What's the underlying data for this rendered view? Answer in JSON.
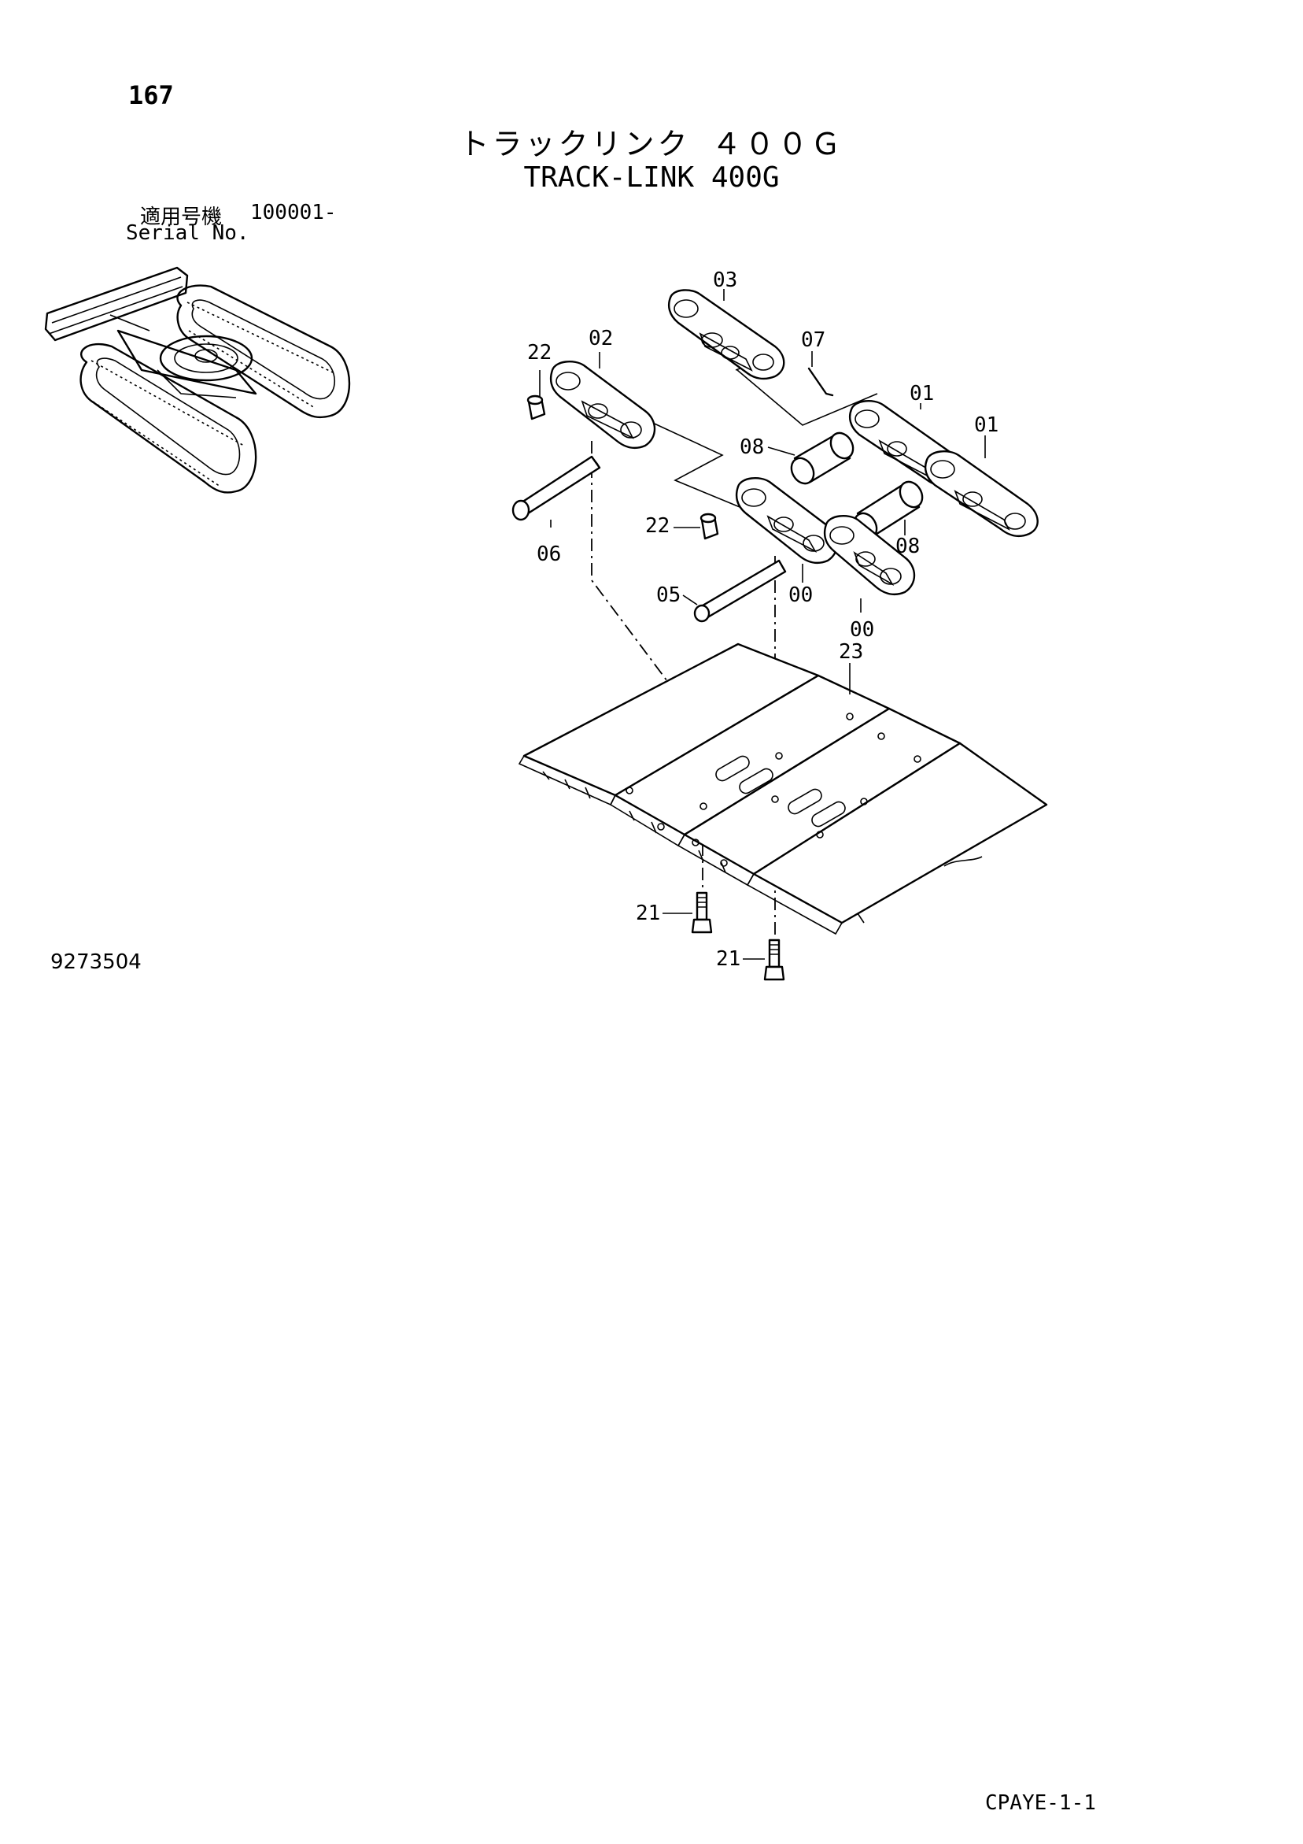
{
  "page": {
    "number": "167",
    "title_jp": "トラックリンク ４００Ｇ",
    "title_en": "TRACK-LINK 400G",
    "serial": {
      "label_jp": "適用号機",
      "value": "100001-",
      "label_en": "Serial No."
    },
    "drawing_code": "9273504",
    "footer_code": "CPAYE-1-1"
  },
  "callouts": {
    "c03": "03",
    "c02": "02",
    "c22a": "22",
    "c07": "07",
    "c01a": "01",
    "c01b": "01",
    "c08a": "08",
    "c22b": "22",
    "c08b": "08",
    "c06": "06",
    "c05": "05",
    "c00a": "00",
    "c00b": "00",
    "c23": "23",
    "c21a": "21",
    "c21b": "21"
  },
  "colors": {
    "ink": "#000000",
    "paper": "#ffffff"
  }
}
